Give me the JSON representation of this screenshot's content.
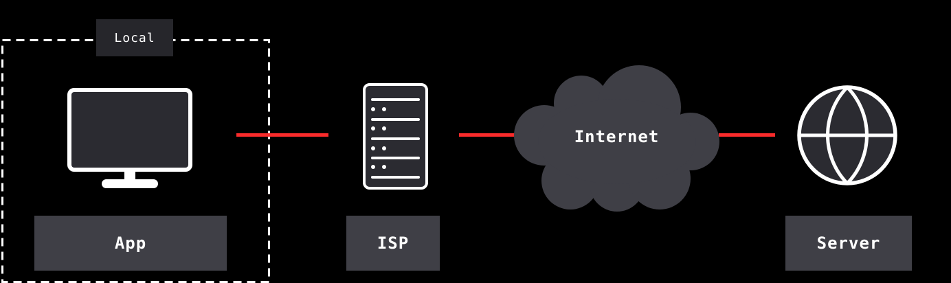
{
  "diagram": {
    "title": "network-path-diagram",
    "colors": {
      "background": "#000000",
      "connection_red": "#fa2b2b",
      "node_box_gray": "#3f3f46",
      "local_tag_gray": "#26262b",
      "icon_fill": "#2b2b31",
      "stroke_white": "#ffffff"
    },
    "local_group": {
      "label": "Local"
    },
    "nodes": [
      {
        "id": "app",
        "label": "App",
        "icon": "monitor-icon"
      },
      {
        "id": "isp",
        "label": "ISP",
        "icon": "server-rack-icon"
      },
      {
        "id": "internet",
        "label": "Internet",
        "icon": "cloud-icon"
      },
      {
        "id": "server",
        "label": "Server",
        "icon": "globe-icon"
      }
    ],
    "connections": [
      {
        "from": "app",
        "to": "isp"
      },
      {
        "from": "isp",
        "to": "internet"
      },
      {
        "from": "internet",
        "to": "server"
      }
    ]
  }
}
